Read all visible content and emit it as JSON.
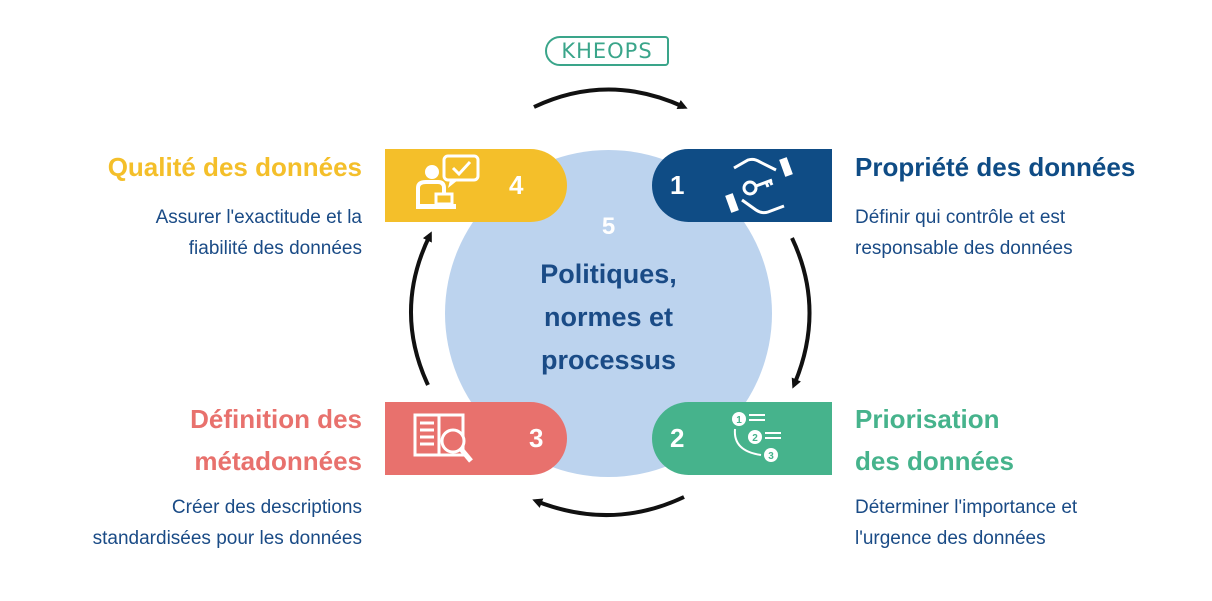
{
  "logo": {
    "text": "KHEOPS"
  },
  "center": {
    "number": "5",
    "lines": [
      "Politiques,",
      "normes et",
      "processus"
    ]
  },
  "steps": [
    {
      "number": "1",
      "title_lines": [
        "Propriété des données"
      ],
      "desc_lines": [
        "Définir qui contrôle et est",
        "responsable des données"
      ],
      "color": "#0f4c85"
    },
    {
      "number": "2",
      "title_lines": [
        "Priorisation",
        "des données"
      ],
      "desc_lines": [
        "Déterminer l'importance et",
        "l'urgence des données"
      ],
      "color": "#46b38c"
    },
    {
      "number": "3",
      "title_lines": [
        "Définition des",
        "métadonnées"
      ],
      "desc_lines": [
        "Créer des descriptions",
        "standardisées pour les données"
      ],
      "color": "#e8716d"
    },
    {
      "number": "4",
      "title_lines": [
        "Qualité des données"
      ],
      "desc_lines": [
        "Assurer l'exactitude et la",
        "fiabilité des données"
      ],
      "color": "#f4bf2a"
    }
  ],
  "icons": {
    "step1": "handshake-key-icon",
    "step2": "numbered-list-icon",
    "step3": "document-search-icon",
    "step4": "person-checkmark-icon"
  }
}
